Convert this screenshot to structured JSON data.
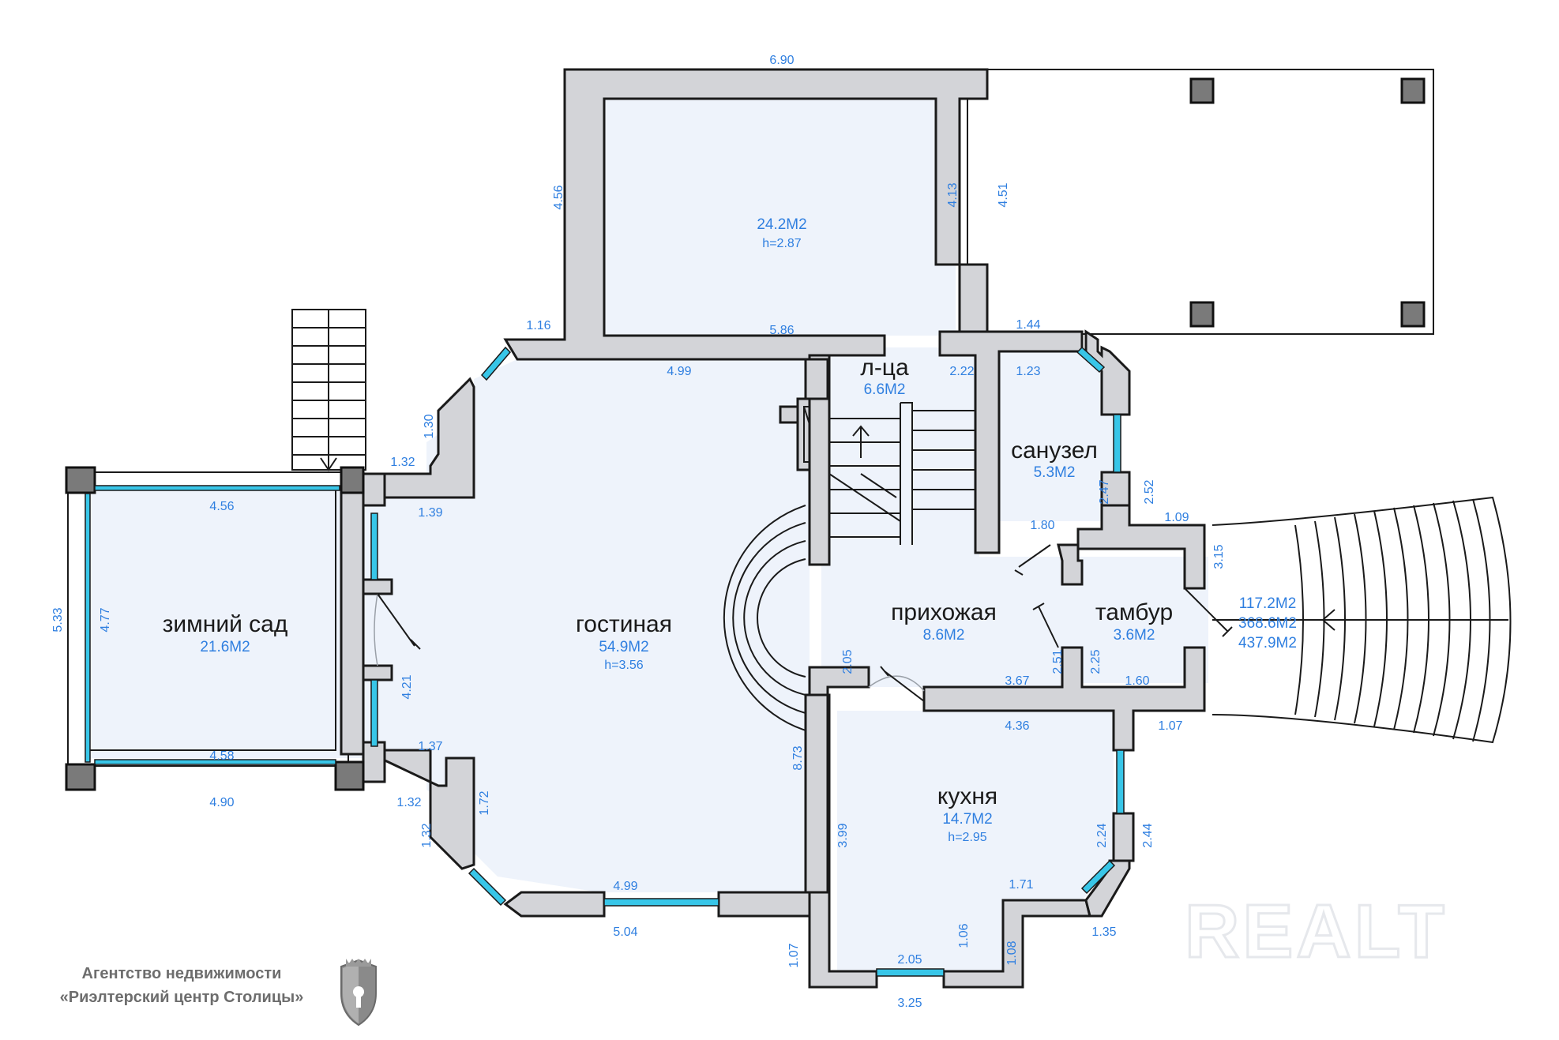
{
  "rooms": [
    {
      "key": "room1",
      "name": "",
      "area": "24.2М2",
      "height": "h=2.87"
    },
    {
      "key": "stair",
      "name": "л-ца",
      "area": "6.6М2",
      "height": ""
    },
    {
      "key": "bath",
      "name": "санузел",
      "area": "5.3М2",
      "height": ""
    },
    {
      "key": "garden",
      "name": "зимний сад",
      "area": "21.6М2",
      "height": ""
    },
    {
      "key": "living",
      "name": "гостиная",
      "area": "54.9М2",
      "height": "h=3.56"
    },
    {
      "key": "hall",
      "name": "прихожая",
      "area": "8.6М2",
      "height": ""
    },
    {
      "key": "vest",
      "name": "тамбур",
      "area": "3.6М2",
      "height": ""
    },
    {
      "key": "kitchen",
      "name": "кухня",
      "area": "14.7М2",
      "height": "h=2.95"
    }
  ],
  "totals": [
    "117.2М2",
    "368.6М2",
    "437.9М2"
  ],
  "dimensions": [
    "6.90",
    "4.56",
    "4.13",
    "4.51",
    "1.16",
    "5.86",
    "4.99",
    "1.44",
    "1.23",
    "2.22",
    "1.30",
    "1.32",
    "1.39",
    "4.56",
    "5.33",
    "4.77",
    "2.47",
    "2.52",
    "1.09",
    "1.80",
    "3.15",
    "4.21",
    "2.05",
    "3.67",
    "2.51",
    "2.25",
    "1.60",
    "4.36",
    "1.07",
    "1.37",
    "4.58",
    "4.90",
    "1.32",
    "1.72",
    "8.73",
    "1.32",
    "3.99",
    "2.24",
    "2.44",
    "1.71",
    "4.99",
    "5.04",
    "1.35",
    "1.06",
    "1.08",
    "1.07",
    "2.05",
    "3.25"
  ],
  "watermark": "REALT",
  "agency": {
    "line1": "Агентство недвижимости",
    "line2": "«Риэлтерский центр Столицы»"
  },
  "colors": {
    "wall": "#d3d4d8",
    "floor": "#eef3fb",
    "window": "#38c6e8",
    "dimension": "#2f7fe0",
    "pillar": "#7a7a7a"
  }
}
